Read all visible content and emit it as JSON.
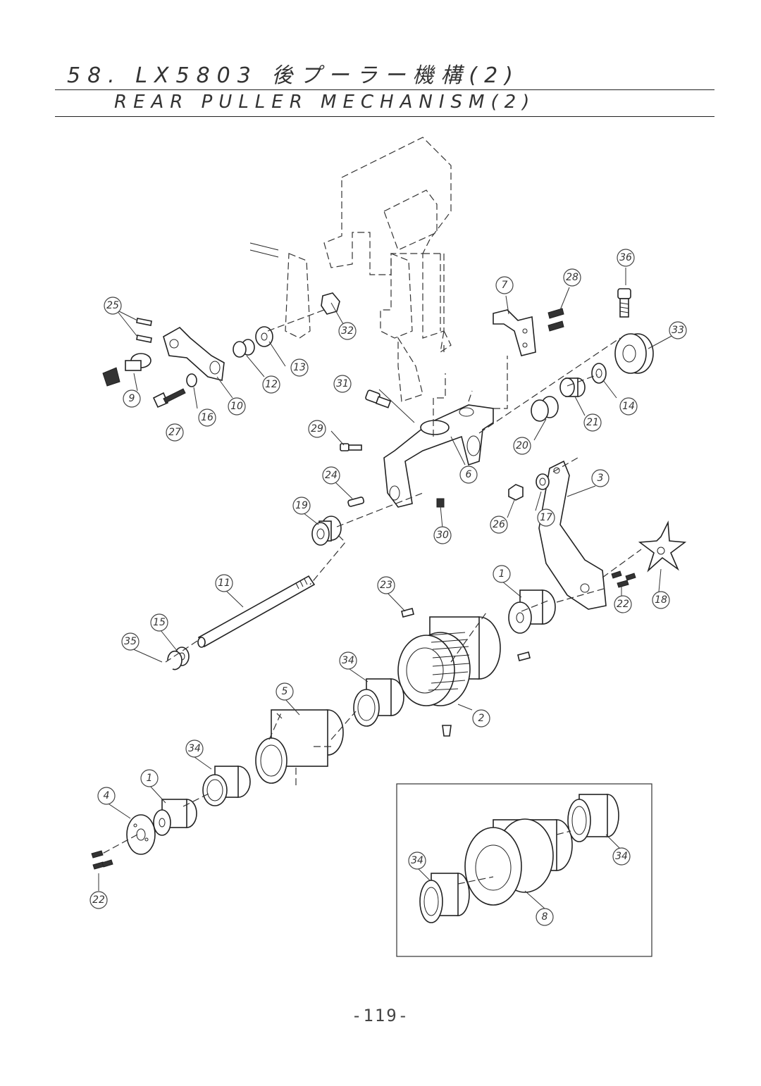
{
  "header": {
    "title_jp": "58. LX5803 後プーラー機構(2)",
    "title_en": "REAR PULLER MECHANISM(2)"
  },
  "footer": {
    "page_number": "-119-"
  },
  "callouts": [
    "36",
    "7",
    "28",
    "25",
    "33",
    "32",
    "13",
    "9",
    "10",
    "12",
    "16",
    "14",
    "31",
    "27",
    "21",
    "29",
    "20",
    "6",
    "3",
    "24",
    "19",
    "26",
    "17",
    "30",
    "18",
    "11",
    "1",
    "22",
    "23",
    "15",
    "35",
    "34",
    "2",
    "5",
    "34",
    "1",
    "4",
    "34",
    "34",
    "22",
    "8"
  ]
}
